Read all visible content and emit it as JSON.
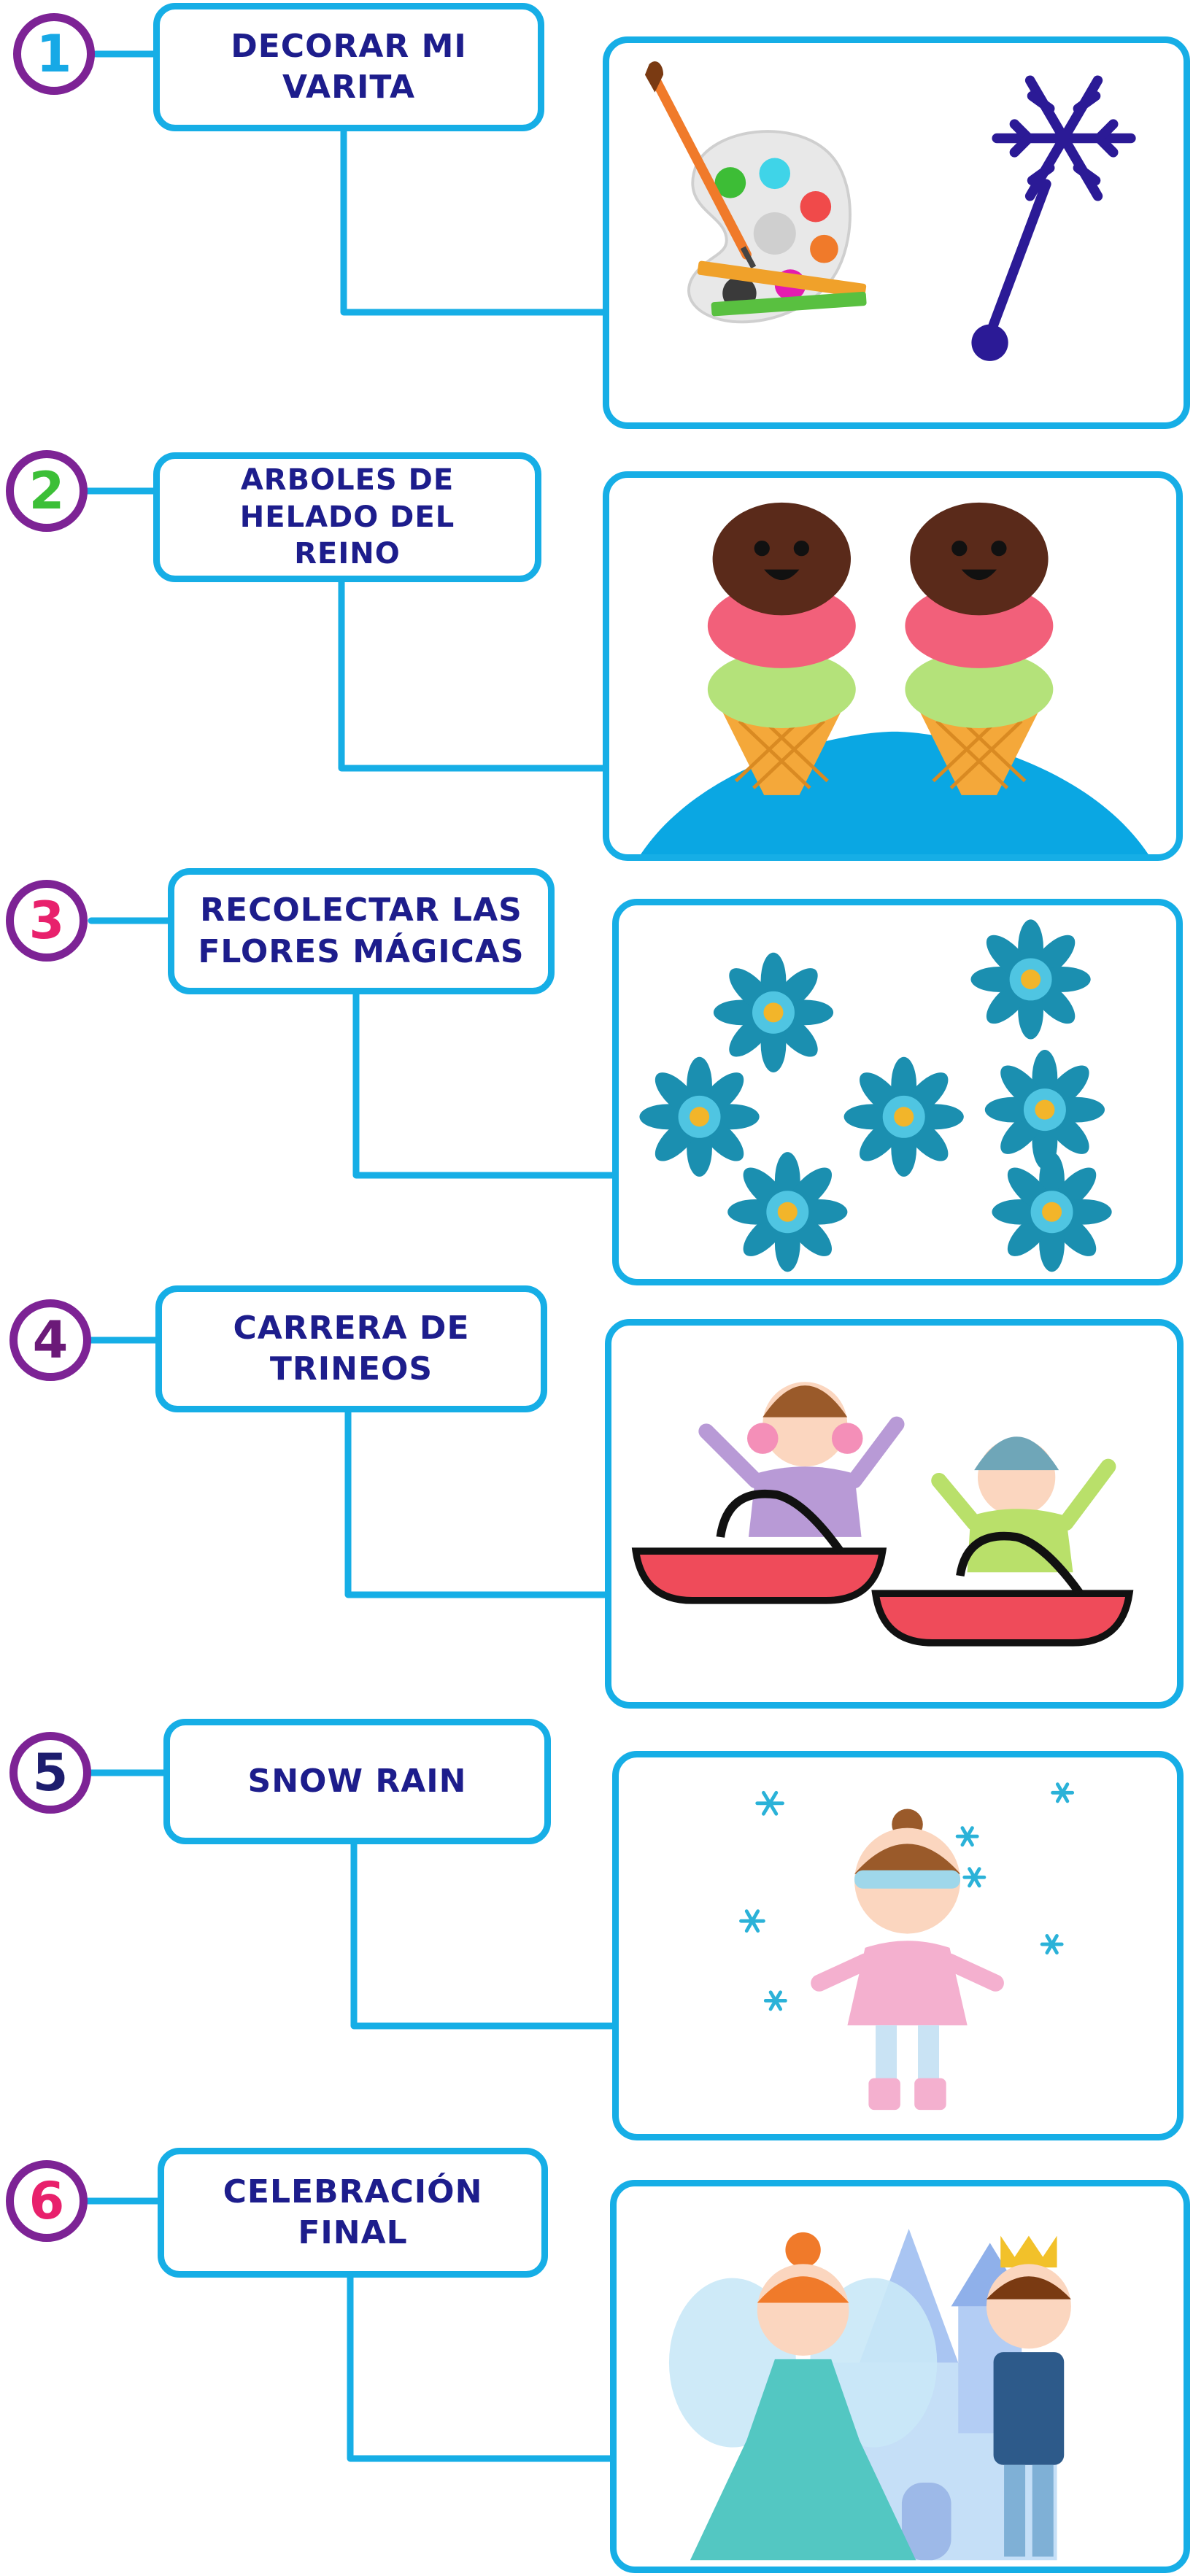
{
  "colors": {
    "accent_blue": "#16aee6",
    "title_navy": "#1d1d8c",
    "badge_ring": "#7d2395"
  },
  "steps": [
    {
      "number": "1",
      "number_color": "#17a9e6",
      "title": "DECORAR MI VARITA",
      "illustration": [
        "paint-palette-icon",
        "paintbrush-icon",
        "crayon-icon",
        "snowflake-wand-icon"
      ]
    },
    {
      "number": "2",
      "number_color": "#3cbf37",
      "title": "ARBOLES DE HELADO DEL REINO",
      "illustration": [
        "ice-cream-cone-icon",
        "ice-cream-cone-icon",
        "hill-icon"
      ]
    },
    {
      "number": "3",
      "number_color": "#e8216c",
      "title": "RECOLECTAR LAS FLORES MÁGICAS",
      "illustration": [
        "magic-flower-icon"
      ]
    },
    {
      "number": "4",
      "number_color": "#6b1a78",
      "title": "CARRERA DE TRINEOS",
      "illustration": [
        "sled-girl-icon",
        "sled-boy-icon"
      ]
    },
    {
      "number": "5",
      "number_color": "#1d1d6e",
      "title": "SNOW RAIN",
      "illustration": [
        "snow-girl-icon",
        "snowflake-icon"
      ]
    },
    {
      "number": "6",
      "number_color": "#e8216c",
      "title": "CELEBRACIÓN FINAL",
      "illustration": [
        "fairy-princess-icon",
        "prince-icon",
        "ice-castle-icon"
      ]
    }
  ]
}
